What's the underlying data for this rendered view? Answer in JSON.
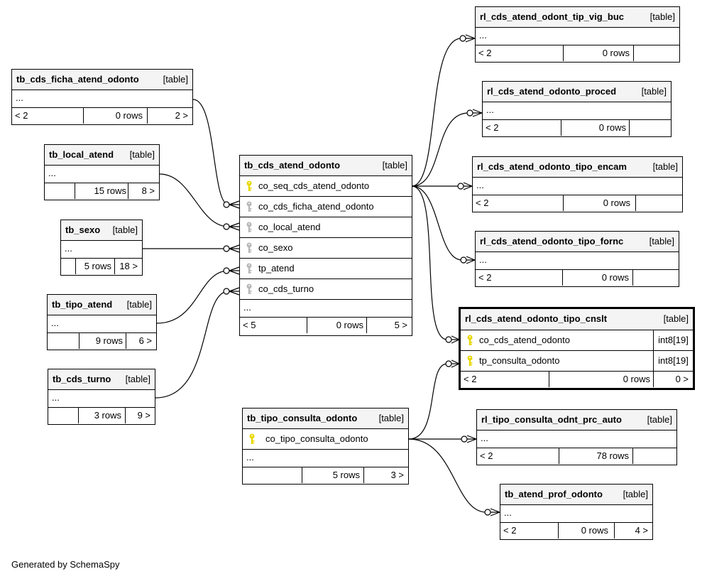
{
  "common": {
    "table_type": "[table]",
    "ellipsis": "..."
  },
  "tables": {
    "tb_cds_atend_odonto": {
      "name": "tb_cds_atend_odonto",
      "columns": [
        "co_seq_cds_atend_odonto",
        "co_cds_ficha_atend_odonto",
        "co_local_atend",
        "co_sexo",
        "tp_atend",
        "co_cds_turno"
      ],
      "foot": {
        "left": "< 5",
        "rows": "0 rows",
        "right": "5 >"
      }
    },
    "tb_cds_ficha_atend_odonto": {
      "name": "tb_cds_ficha_atend_odonto",
      "foot": {
        "left": "< 2",
        "rows": "0 rows",
        "right": "2 >"
      }
    },
    "tb_local_atend": {
      "name": "tb_local_atend",
      "foot": {
        "left": "",
        "rows": "15 rows",
        "right": "8 >"
      }
    },
    "tb_sexo": {
      "name": "tb_sexo",
      "foot": {
        "left": "",
        "rows": "5 rows",
        "right": "18 >"
      }
    },
    "tb_tipo_atend": {
      "name": "tb_tipo_atend",
      "foot": {
        "left": "",
        "rows": "9 rows",
        "right": "6 >"
      }
    },
    "tb_cds_turno": {
      "name": "tb_cds_turno",
      "foot": {
        "left": "",
        "rows": "3 rows",
        "right": "9 >"
      }
    },
    "rl_cds_atend_odont_tip_vig_buc": {
      "name": "rl_cds_atend_odont_tip_vig_buc",
      "foot": {
        "left": "< 2",
        "rows": "0 rows",
        "right": ""
      }
    },
    "rl_cds_atend_odonto_proced": {
      "name": "rl_cds_atend_odonto_proced",
      "foot": {
        "left": "< 2",
        "rows": "0 rows",
        "right": ""
      }
    },
    "rl_cds_atend_odonto_tipo_encam": {
      "name": "rl_cds_atend_odonto_tipo_encam",
      "foot": {
        "left": "< 2",
        "rows": "0 rows",
        "right": ""
      }
    },
    "rl_cds_atend_odonto_tipo_fornc": {
      "name": "rl_cds_atend_odonto_tipo_fornc",
      "foot": {
        "left": "< 2",
        "rows": "0 rows",
        "right": ""
      }
    },
    "rl_cds_atend_odonto_tipo_cnslt": {
      "name": "rl_cds_atend_odonto_tipo_cnslt",
      "columns": [
        {
          "name": "co_cds_atend_odonto",
          "type": "int8[19]"
        },
        {
          "name": "tp_consulta_odonto",
          "type": "int8[19]"
        }
      ],
      "foot": {
        "left": "< 2",
        "rows": "0 rows",
        "right": "0 >"
      }
    },
    "tb_tipo_consulta_odonto": {
      "name": "tb_tipo_consulta_odonto",
      "columns": [
        "co_tipo_consulta_odonto"
      ],
      "foot": {
        "left": "",
        "rows": "5 rows",
        "right": "3 >"
      }
    },
    "rl_tipo_consulta_odnt_prc_auto": {
      "name": "rl_tipo_consulta_odnt_prc_auto",
      "foot": {
        "left": "< 2",
        "rows": "78 rows",
        "right": ""
      }
    },
    "tb_atend_prof_odonto": {
      "name": "tb_atend_prof_odonto",
      "foot": {
        "left": "< 2",
        "rows": "0 rows",
        "right": "4 >"
      }
    }
  },
  "colors": {
    "primary_key": "#e8d800",
    "foreign_key": "#b8b8b8",
    "header_bg": "#f4f4f4"
  },
  "footer": {
    "credit": "Generated by SchemaSpy"
  }
}
